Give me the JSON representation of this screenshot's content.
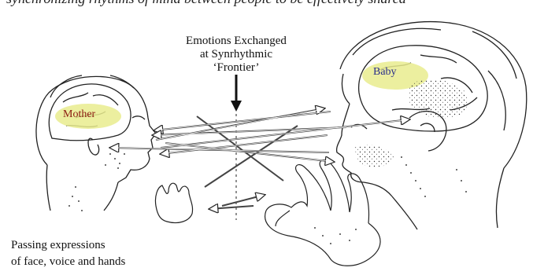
{
  "top_caption": "synchronizing rhythms of mind between people to be effectively shared",
  "frontier": {
    "line1": "Emotions Exchanged",
    "line2": "at Synrhythmic",
    "line3": "‘Frontier’"
  },
  "labels": {
    "mother": "Mother",
    "baby": "Baby"
  },
  "bottom_caption": {
    "line1": "Passing expressions",
    "line2": "of face, voice and hands"
  },
  "colors": {
    "ink": "#222222",
    "brain_highlight": "#e9ec8e",
    "mother_text": "#8b1a10",
    "baby_text": "#2a2f8a",
    "arrow_fill": "#ffffff"
  }
}
